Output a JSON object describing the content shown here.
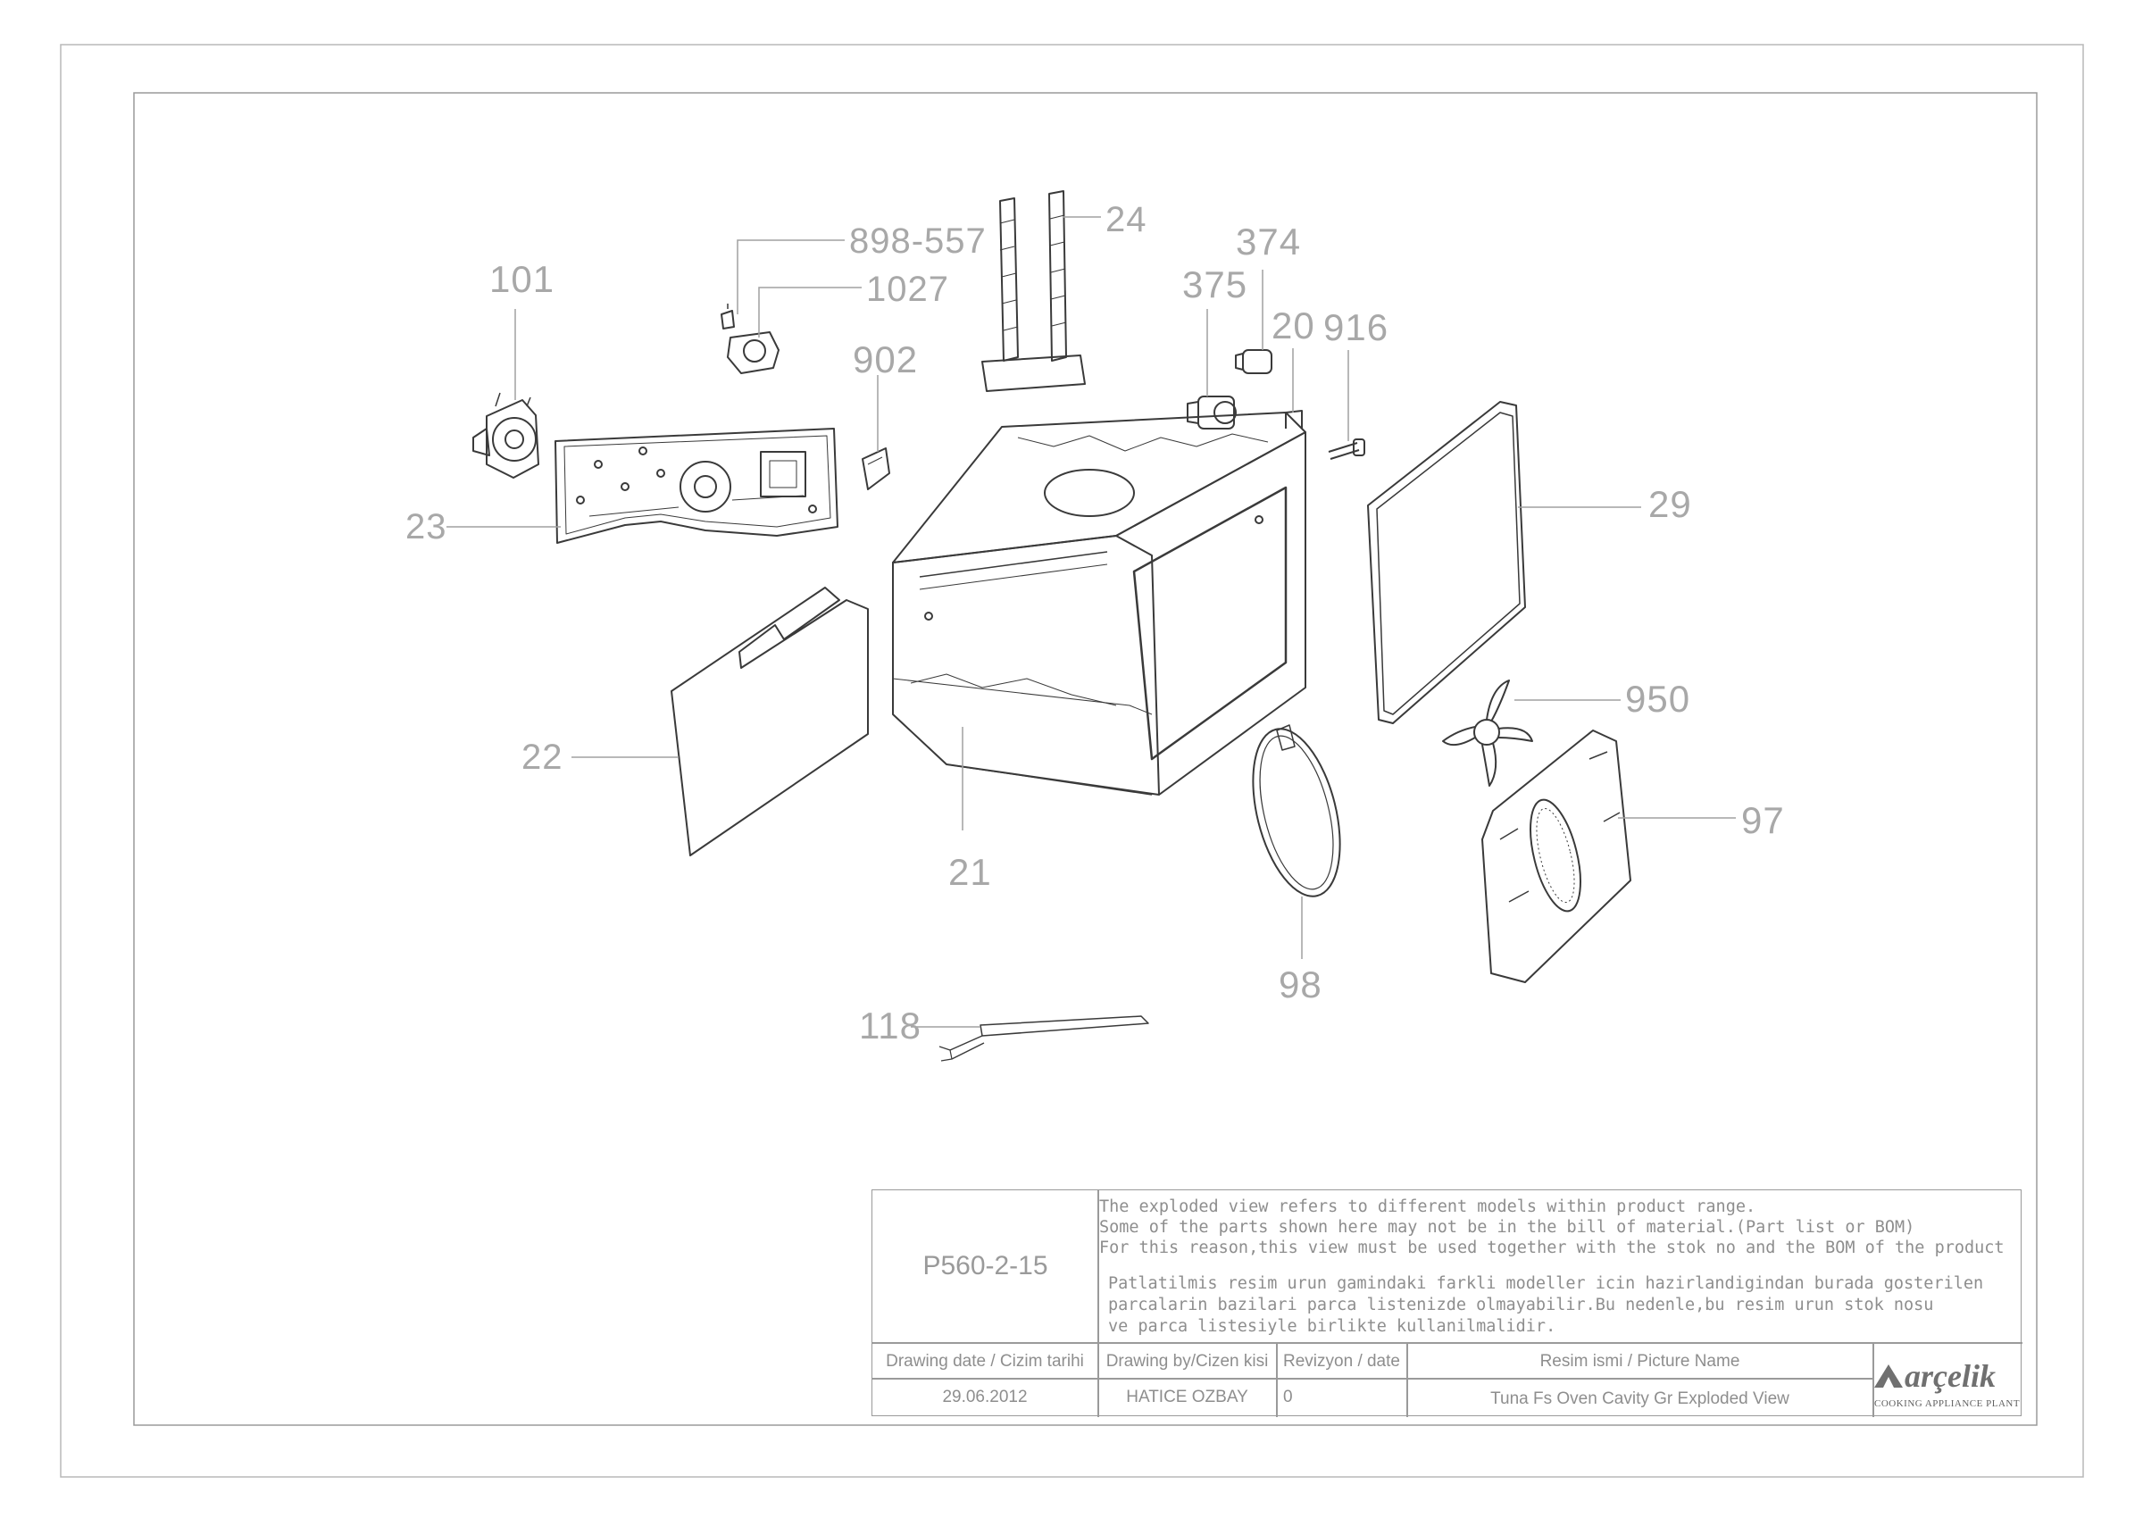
{
  "callouts": {
    "c101": "101",
    "c23": "23",
    "c898": "898-557",
    "c1027": "1027",
    "c24": "24",
    "c902": "902",
    "c374": "374",
    "c375": "375",
    "c20": "20",
    "c916": "916",
    "c29": "29",
    "c22": "22",
    "c21": "21",
    "c950": "950",
    "c97": "97",
    "c98": "98",
    "c118": "118"
  },
  "title_block": {
    "drawing_no": "P560-2-15",
    "notes_en": [
      "The exploded view refers to different models within product range.",
      "Some of the parts shown here may not be in the bill of material.(Part list or BOM)",
      "For this reason,this view must be used together with the stok no and the BOM of the product"
    ],
    "notes_tr": [
      "Patlatilmis resim urun gamindaki farkli modeller icin hazirlandigindan burada gosterilen",
      "parcalarin bazilari parca listenizde olmayabilir.Bu nedenle,bu resim urun stok nosu",
      "ve parca listesiyle birlikte kullanilmalidir."
    ],
    "headers": {
      "date": "Drawing date / Cizim tarihi",
      "by": "Drawing by/Cizen kisi",
      "revision": "Revizyon / date",
      "picture": "Resim ismi / Picture Name"
    },
    "values": {
      "date": "29.06.2012",
      "by": "HATICE OZBAY",
      "revision": "0",
      "picture": "Tuna Fs Oven Cavity Gr Exploded View"
    },
    "logo": {
      "brand": "arçelik",
      "subtitle": "COOKING APPLIANCE PLANT"
    }
  }
}
